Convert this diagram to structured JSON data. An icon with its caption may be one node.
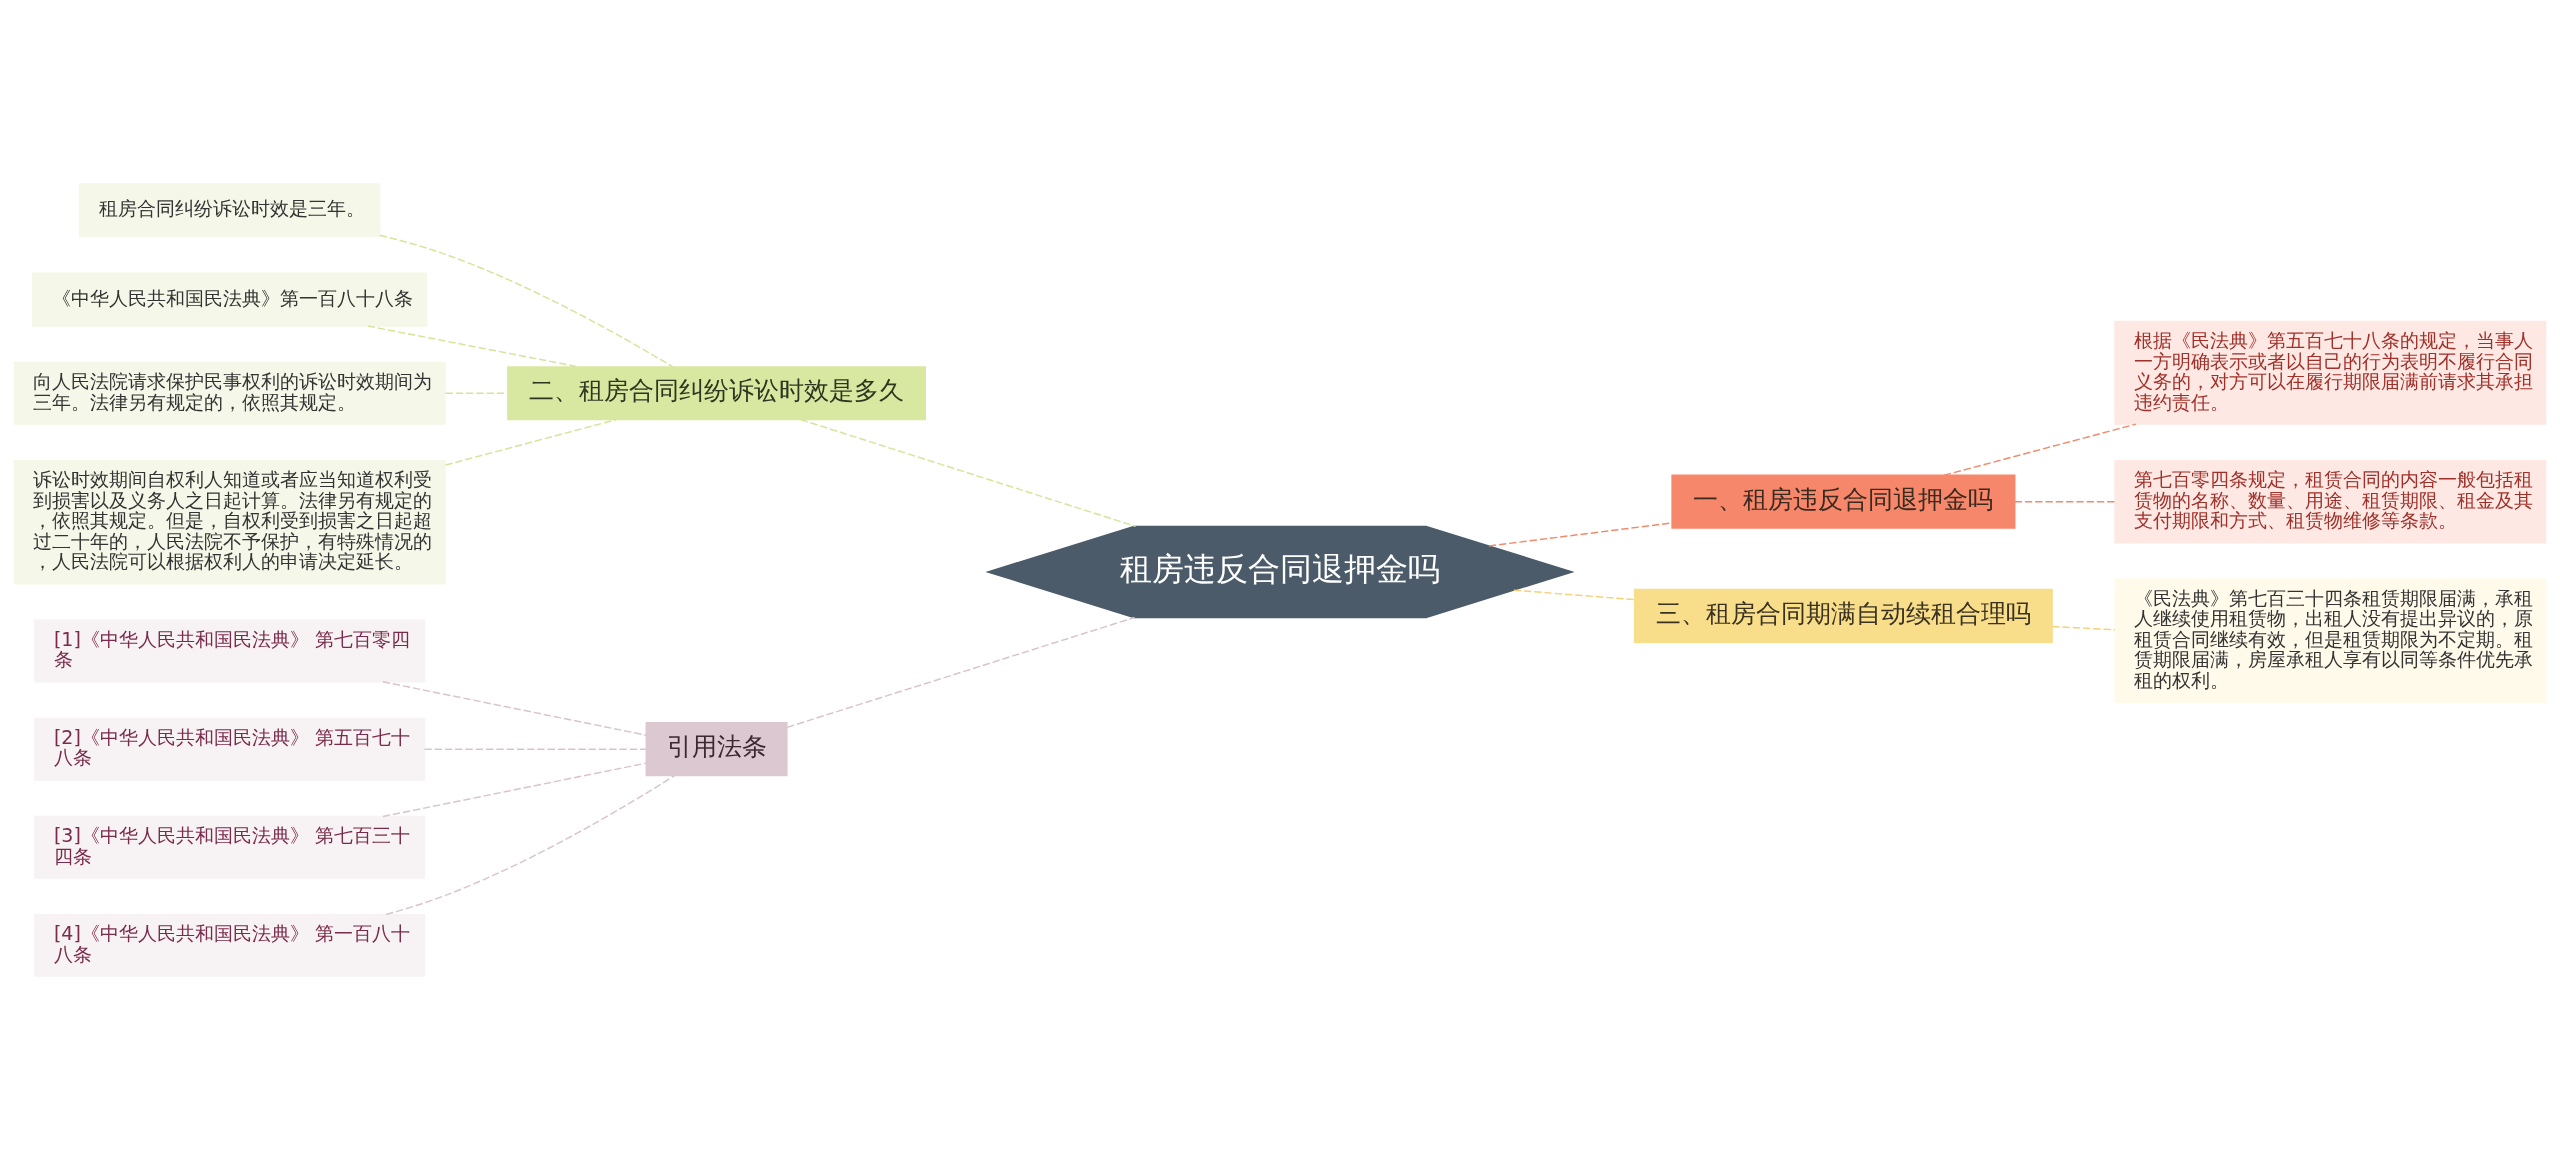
{
  "diagram": {
    "nodes": [
      {
        "text": [
          "租房违反合同退押金吗"
        ]
      },
      {
        "text": [
          "一、租房违反合同退押金吗"
        ]
      },
      {
        "text": [
          "根据《民法典》第五百七十八条的规定，当事人一方明确表示或者以自己的行为表明不履行合同义务的，对方可以在履行期限届满前请求其承担违约责任。"
        ]
      },
      {
        "text": [
          "第七百零四条规定，租赁合同的内容一般包括租赁物的名称、数量、用途、租赁期限、租金及其支付期限和方式、租赁物维修等条款。"
        ]
      },
      {
        "text": [
          "三、租房合同期满自动续租合理吗"
        ]
      },
      {
        "text": [
          "《民法典》第七百三十四条租赁期限届满，承租人继续使用租赁物，出租人没有提出异议的，原租赁合同继续有效，但是租赁期限为不定期。租赁期限届满，房屋承租人享有以同等条件优先承租的权利。"
        ]
      },
      {
        "text": [
          "二、租房合同纠纷诉讼时效是多久"
        ]
      },
      {
        "text": [
          "租房合同纠纷诉讼时效是三年。"
        ]
      },
      {
        "text": [
          "《中华人民共和国民法典》第一百八十八条"
        ]
      },
      {
        "text": [
          "向人民法院请求保护民事权利的诉讼时效期间为三年。法律另有规定的，依照其规定。"
        ]
      },
      {
        "text": [
          "诉讼时效期间自权利人知道或者应当知道权利受到损害以及义务人之日起计算。法律另有规定的，依照其规定。但是，自权利受到损害之日起超过二十年的，人民法院不予保护，有特殊情况的，人民法院可以根据权利人的申请决定延长。"
        ]
      },
      {
        "text": [
          "引用法条"
        ]
      },
      {
        "text": [
          "[1]《中华人民共和国民法典》 第七百零四条"
        ]
      },
      {
        "text": [
          "[2]《中华人民共和国民法典》 第五百七十八条"
        ]
      },
      {
        "text": [
          "[3]《中华人民共和国民法典》 第七百三十四条"
        ]
      },
      {
        "text": [
          "[4]《中华人民共和国民法典》 第一百八十八条"
        ]
      }
    ],
    "edges": [
      {
        "from": 0,
        "to": 1,
        "arrow": "none",
        "style": "dashed",
        "color": "#f08c6c"
      },
      {
        "from": 1,
        "to": 2,
        "arrow": "none",
        "style": "dashed",
        "color": "#f08c6c"
      },
      {
        "from": 1,
        "to": 3,
        "arrow": "none",
        "style": "dashed",
        "color": "#f08c6c"
      },
      {
        "from": 0,
        "to": 4,
        "arrow": "none",
        "style": "dashed",
        "color": "#f3d27a"
      },
      {
        "from": 4,
        "to": 5,
        "arrow": "none",
        "style": "dashed",
        "color": "#f3d27a"
      },
      {
        "from": 0,
        "to": 6,
        "arrow": "none",
        "style": "dashed",
        "color": "#d4e59a"
      },
      {
        "from": 6,
        "to": 7,
        "arrow": "none",
        "style": "dashed",
        "color": "#d4e59a"
      },
      {
        "from": 6,
        "to": 8,
        "arrow": "none",
        "style": "dashed",
        "color": "#d4e59a"
      },
      {
        "from": 6,
        "to": 9,
        "arrow": "none",
        "style": "dashed",
        "color": "#d4e59a"
      },
      {
        "from": 6,
        "to": 10,
        "arrow": "none",
        "style": "dashed",
        "color": "#d4e59a"
      },
      {
        "from": 0,
        "to": 11,
        "arrow": "none",
        "style": "dashed",
        "color": "#d9c3cc"
      },
      {
        "from": 11,
        "to": 12,
        "arrow": "none",
        "style": "dashed",
        "color": "#d9c3cc"
      },
      {
        "from": 11,
        "to": 13,
        "arrow": "none",
        "style": "dashed",
        "color": "#d9c3cc"
      },
      {
        "from": 11,
        "to": 14,
        "arrow": "none",
        "style": "dashed",
        "color": "#d9c3cc"
      },
      {
        "from": 11,
        "to": 15,
        "arrow": "none",
        "style": "dashed",
        "color": "#d9c3cc"
      }
    ]
  }
}
